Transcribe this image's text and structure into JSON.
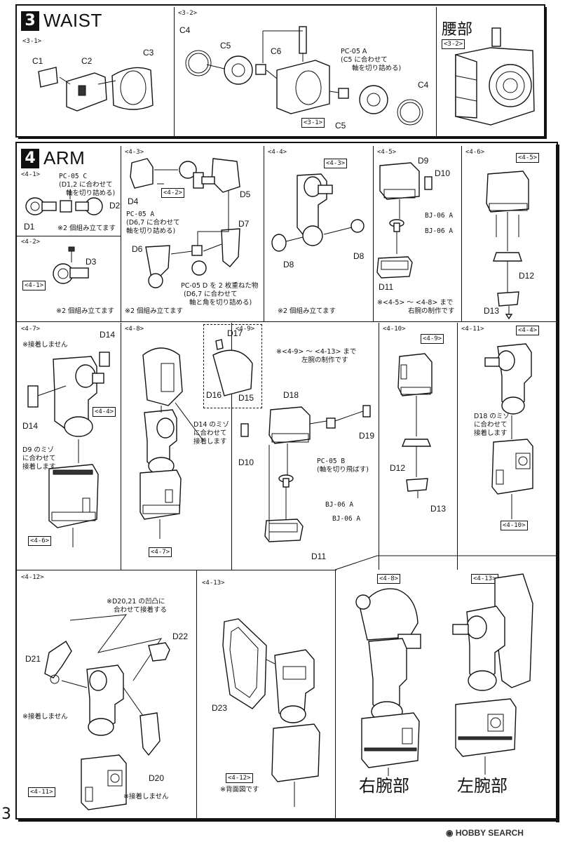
{
  "section3": {
    "num": "3",
    "title": "WAIST",
    "steps": {
      "s1": "<3-1>",
      "s2": "<3-2>"
    },
    "parts": {
      "c1": "C1",
      "c2": "C2",
      "c3": "C3",
      "c4a": "C4",
      "c5a": "C5",
      "c6": "C6",
      "c4b": "C4",
      "c5b": "C5"
    },
    "note_pc05a": [
      "PC-05 A",
      "(C5 に合わせて",
      "軸を切り詰める)"
    ],
    "tag_31": "<3-1>",
    "result_title": "腰部",
    "result_tag": "<3-2>"
  },
  "section4": {
    "num": "4",
    "title": "ARM",
    "steps": {
      "s41": "<4-1>",
      "s42": "<4-2>",
      "s43": "<4-3>",
      "s44": "<4-4>",
      "s45": "<4-5>",
      "s46": "<4-6>",
      "s47": "<4-7>",
      "s48": "<4-8>",
      "s49": "<4-9>",
      "s410": "<4-10>",
      "s411": "<4-11>",
      "s412": "<4-12>",
      "s413": "<4-13>"
    },
    "p41": {
      "note_pc05c": [
        "PC-05 C",
        "(D1,2 に合わせて",
        "軸を切り詰める)"
      ],
      "d1": "D1",
      "d2": "D2",
      "twice": "※2 個組み立てます"
    },
    "p42": {
      "d3": "D3",
      "tag": "<4-1>",
      "twice": "※2 個組み立てます"
    },
    "p43": {
      "d4": "D4",
      "d5": "D5",
      "tag": "<4-2>",
      "note_pc05a": [
        "PC-05 A",
        "(D6,7 に合わせて",
        "軸を切り詰める)"
      ],
      "d6": "D6",
      "d7": "D7",
      "note_pc05d": [
        "PC-05 D を 2 枚重ねた物",
        "(D6,7 に合わせて",
        "軸と角を切り詰める)"
      ],
      "twice": "※2 個組み立てます"
    },
    "p44": {
      "tag": "<4-3>",
      "d8a": "D8",
      "d8b": "D8",
      "twice": "※2 個組み立てます"
    },
    "p45": {
      "d9": "D9",
      "d10": "D10",
      "bj1": "BJ-06 A",
      "bj2": "BJ-06 A",
      "d11": "D11",
      "note": [
        "※<4-5> ～ <4-8> まで",
        "右腕の制作です"
      ]
    },
    "p46": {
      "tag": "<4-5>",
      "d12": "D12",
      "d13": "D13"
    },
    "p47": {
      "nogl": "※接着しません",
      "d14a": "D14",
      "d14b": "D14",
      "tag44": "<4-4>",
      "note_d9": [
        "D9 のミゾ",
        "に合わせて",
        "接着します"
      ],
      "tag46": "<4-6>"
    },
    "p48": {
      "d17": "D17",
      "d16": "D16",
      "d15": "D15",
      "note_d14": [
        "D14 のミゾ",
        "に合わせて",
        "接着します"
      ],
      "tag47": "<4-7>"
    },
    "p49": {
      "note": [
        "※<4-9> ～ <4-13> まで",
        "左腕の制作です"
      ],
      "d18": "D18",
      "d19": "D19",
      "d10": "D10",
      "note_pc05b": [
        "PC-05 B",
        "(軸を切り飛ばす)"
      ],
      "bj1": "BJ-06 A",
      "bj2": "BJ-06 A",
      "d11": "D11"
    },
    "p410": {
      "tag": "<4-9>",
      "d12": "D12",
      "d13": "D13"
    },
    "p411": {
      "tag44": "<4-4>",
      "note_d18": [
        "D18 のミゾ",
        "に合わせて",
        "接着します"
      ],
      "tag410": "<4-10>"
    },
    "p412": {
      "note": [
        "※D20,21 の凹凸に",
        "合わせて接着する"
      ],
      "d22": "D22",
      "d21": "D21",
      "nogl1": "※接着しません",
      "d20": "D20",
      "tag411": "<4-11>",
      "nogl2": "※接着しません"
    },
    "p413": {
      "d23": "D23",
      "tag412": "<4-12>",
      "back": "※背面図です"
    },
    "result": {
      "tag48": "<4-8>",
      "tag413": "<4-13>",
      "right": "右腕部",
      "left": "左腕部"
    }
  },
  "page_number": "3",
  "watermark": "HOBBY SEARCH"
}
